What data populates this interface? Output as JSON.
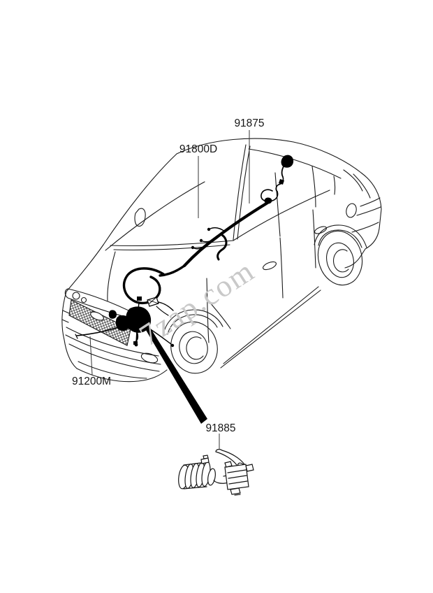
{
  "diagram": {
    "kind": "vehicle-wiring-parts-diagram",
    "background": "#ffffff",
    "line_color": "#1a1a1a",
    "harness_color": "#000000"
  },
  "watermark": {
    "text": "7zap.com",
    "color": "#c9c9c9"
  },
  "callouts": [
    {
      "label": "91875"
    },
    {
      "label": "91800D"
    },
    {
      "label": "91200M"
    },
    {
      "label": "91885"
    }
  ]
}
